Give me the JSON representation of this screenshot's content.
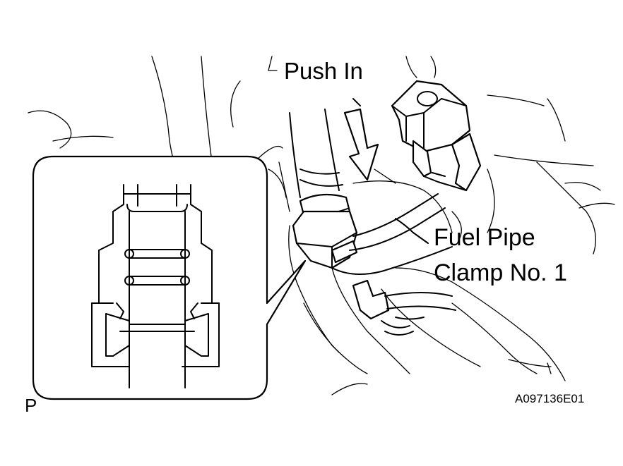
{
  "labels": {
    "push": "Push In",
    "clamp_line1": "Fuel Pipe",
    "clamp_line2": "Clamp No. 1",
    "marker": "P",
    "code": "A097136E01"
  },
  "icons": {
    "arrow": "down-arrow-icon",
    "detail": "magnified-detail-callout"
  },
  "colors": {
    "ink": "#000000",
    "paper": "#ffffff"
  }
}
